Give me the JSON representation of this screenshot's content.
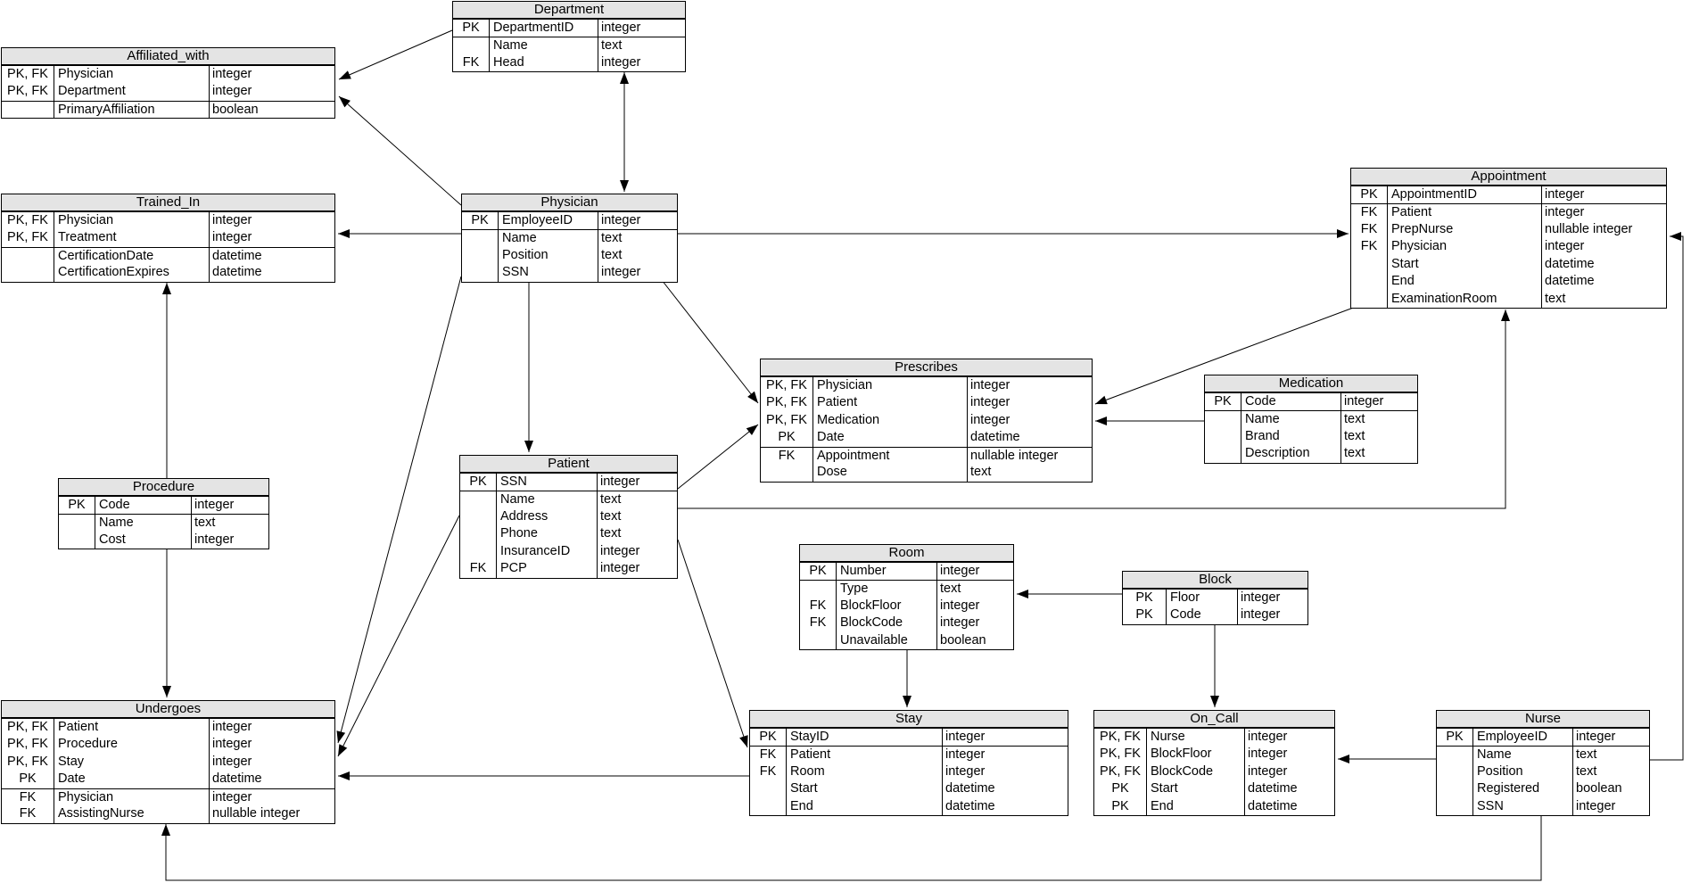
{
  "colors": {
    "header_bg": "#e4e4e4",
    "border": "#000000",
    "background": "#ffffff"
  },
  "tables": {
    "department": {
      "title": "Department",
      "rows": [
        {
          "key": "PK",
          "name": "DepartmentID",
          "type": "integer"
        },
        {
          "key": "",
          "name": "Name",
          "type": "text"
        },
        {
          "key": "FK",
          "name": "Head",
          "type": "integer"
        }
      ]
    },
    "affiliated_with": {
      "title": "Affiliated_with",
      "rows": [
        {
          "key": "PK, FK",
          "name": "Physician",
          "type": "integer"
        },
        {
          "key": "PK, FK",
          "name": "Department",
          "type": "integer"
        },
        {
          "key": "",
          "name": "PrimaryAffiliation",
          "type": "boolean"
        }
      ]
    },
    "trained_in": {
      "title": "Trained_In",
      "rows": [
        {
          "key": "PK, FK",
          "name": "Physician",
          "type": "integer"
        },
        {
          "key": "PK, FK",
          "name": "Treatment",
          "type": "integer"
        },
        {
          "key": "",
          "name": "CertificationDate",
          "type": "datetime"
        },
        {
          "key": "",
          "name": "CertificationExpires",
          "type": "datetime"
        }
      ]
    },
    "physician": {
      "title": "Physician",
      "rows": [
        {
          "key": "PK",
          "name": "EmployeeID",
          "type": "integer"
        },
        {
          "key": "",
          "name": "Name",
          "type": "text"
        },
        {
          "key": "",
          "name": "Position",
          "type": "text"
        },
        {
          "key": "",
          "name": "SSN",
          "type": "integer"
        }
      ]
    },
    "appointment": {
      "title": "Appointment",
      "rows": [
        {
          "key": "PK",
          "name": "AppointmentID",
          "type": "integer"
        },
        {
          "key": "FK",
          "name": "Patient",
          "type": "integer"
        },
        {
          "key": "FK",
          "name": "PrepNurse",
          "type": "nullable integer"
        },
        {
          "key": "FK",
          "name": "Physician",
          "type": "integer"
        },
        {
          "key": "",
          "name": "Start",
          "type": "datetime"
        },
        {
          "key": "",
          "name": "End",
          "type": "datetime"
        },
        {
          "key": "",
          "name": "ExaminationRoom",
          "type": "text"
        }
      ]
    },
    "prescribes": {
      "title": "Prescribes",
      "rows": [
        {
          "key": "PK, FK",
          "name": "Physician",
          "type": "integer"
        },
        {
          "key": "PK, FK",
          "name": "Patient",
          "type": "integer"
        },
        {
          "key": "PK, FK",
          "name": "Medication",
          "type": "integer"
        },
        {
          "key": "PK",
          "name": "Date",
          "type": "datetime"
        },
        {
          "key": "FK",
          "name": "Appointment",
          "type": "nullable integer"
        },
        {
          "key": "",
          "name": "Dose",
          "type": "text"
        }
      ]
    },
    "medication": {
      "title": "Medication",
      "rows": [
        {
          "key": "PK",
          "name": "Code",
          "type": "integer"
        },
        {
          "key": "",
          "name": "Name",
          "type": "text"
        },
        {
          "key": "",
          "name": "Brand",
          "type": "text"
        },
        {
          "key": "",
          "name": "Description",
          "type": "text"
        }
      ]
    },
    "patient": {
      "title": "Patient",
      "rows": [
        {
          "key": "PK",
          "name": "SSN",
          "type": "integer"
        },
        {
          "key": "",
          "name": "Name",
          "type": "text"
        },
        {
          "key": "",
          "name": "Address",
          "type": "text"
        },
        {
          "key": "",
          "name": "Phone",
          "type": "text"
        },
        {
          "key": "",
          "name": "InsuranceID",
          "type": "integer"
        },
        {
          "key": "FK",
          "name": "PCP",
          "type": "integer"
        }
      ]
    },
    "procedure": {
      "title": "Procedure",
      "rows": [
        {
          "key": "PK",
          "name": "Code",
          "type": "integer"
        },
        {
          "key": "",
          "name": "Name",
          "type": "text"
        },
        {
          "key": "",
          "name": "Cost",
          "type": "integer"
        }
      ]
    },
    "room": {
      "title": "Room",
      "rows": [
        {
          "key": "PK",
          "name": "Number",
          "type": "integer"
        },
        {
          "key": "",
          "name": "Type",
          "type": "text"
        },
        {
          "key": "FK",
          "name": "BlockFloor",
          "type": "integer"
        },
        {
          "key": "FK",
          "name": "BlockCode",
          "type": "integer"
        },
        {
          "key": "",
          "name": "Unavailable",
          "type": "boolean"
        }
      ]
    },
    "block": {
      "title": "Block",
      "rows": [
        {
          "key": "PK",
          "name": "Floor",
          "type": "integer"
        },
        {
          "key": "PK",
          "name": "Code",
          "type": "integer"
        }
      ]
    },
    "undergoes": {
      "title": "Undergoes",
      "rows": [
        {
          "key": "PK, FK",
          "name": "Patient",
          "type": "integer"
        },
        {
          "key": "PK, FK",
          "name": "Procedure",
          "type": "integer"
        },
        {
          "key": "PK, FK",
          "name": "Stay",
          "type": "integer"
        },
        {
          "key": "PK",
          "name": "Date",
          "type": "datetime"
        },
        {
          "key": "FK",
          "name": "Physician",
          "type": "integer"
        },
        {
          "key": "FK",
          "name": "AssistingNurse",
          "type": "nullable integer"
        }
      ]
    },
    "stay": {
      "title": "Stay",
      "rows": [
        {
          "key": "PK",
          "name": "StayID",
          "type": "integer"
        },
        {
          "key": "FK",
          "name": "Patient",
          "type": "integer"
        },
        {
          "key": "FK",
          "name": "Room",
          "type": "integer"
        },
        {
          "key": "",
          "name": "Start",
          "type": "datetime"
        },
        {
          "key": "",
          "name": "End",
          "type": "datetime"
        }
      ]
    },
    "on_call": {
      "title": "On_Call",
      "rows": [
        {
          "key": "PK, FK",
          "name": "Nurse",
          "type": "integer"
        },
        {
          "key": "PK, FK",
          "name": "BlockFloor",
          "type": "integer"
        },
        {
          "key": "PK, FK",
          "name": "BlockCode",
          "type": "integer"
        },
        {
          "key": "PK",
          "name": "Start",
          "type": "datetime"
        },
        {
          "key": "PK",
          "name": "End",
          "type": "datetime"
        }
      ]
    },
    "nurse": {
      "title": "Nurse",
      "rows": [
        {
          "key": "PK",
          "name": "EmployeeID",
          "type": "integer"
        },
        {
          "key": "",
          "name": "Name",
          "type": "text"
        },
        {
          "key": "",
          "name": "Position",
          "type": "text"
        },
        {
          "key": "",
          "name": "Registered",
          "type": "boolean"
        },
        {
          "key": "",
          "name": "SSN",
          "type": "integer"
        }
      ]
    }
  },
  "relations": [
    {
      "from": "Department",
      "to": "Affiliated_with",
      "fk": "Department"
    },
    {
      "from": "Physician",
      "to": "Affiliated_with",
      "fk": "Physician"
    },
    {
      "from": "Physician",
      "to": "Department",
      "fk": "Head"
    },
    {
      "from": "Physician",
      "to": "Trained_In",
      "fk": "Physician"
    },
    {
      "from": "Physician",
      "to": "Appointment",
      "fk": "Physician"
    },
    {
      "from": "Physician",
      "to": "Patient",
      "fk": "PCP"
    },
    {
      "from": "Physician",
      "to": "Prescribes",
      "fk": "Physician"
    },
    {
      "from": "Physician",
      "to": "Undergoes",
      "fk": "Physician"
    },
    {
      "from": "Patient",
      "to": "Prescribes",
      "fk": "Patient"
    },
    {
      "from": "Patient",
      "to": "Appointment",
      "fk": "Patient"
    },
    {
      "from": "Patient",
      "to": "Stay",
      "fk": "Patient"
    },
    {
      "from": "Patient",
      "to": "Undergoes",
      "fk": "Patient"
    },
    {
      "from": "Stay",
      "to": "Undergoes",
      "fk": "Stay"
    },
    {
      "from": "Procedure",
      "to": "Trained_In",
      "fk": "Treatment"
    },
    {
      "from": "Procedure",
      "to": "Undergoes",
      "fk": "Procedure"
    },
    {
      "from": "Nurse",
      "to": "Undergoes",
      "fk": "AssistingNurse"
    },
    {
      "from": "Nurse",
      "to": "On_Call",
      "fk": "Nurse"
    },
    {
      "from": "Nurse",
      "to": "Appointment",
      "fk": "PrepNurse"
    },
    {
      "from": "Room",
      "to": "Stay",
      "fk": "Room"
    },
    {
      "from": "Block",
      "to": "Room",
      "fk": "BlockFloor, BlockCode"
    },
    {
      "from": "Block",
      "to": "On_Call",
      "fk": "BlockFloor, BlockCode"
    },
    {
      "from": "Appointment",
      "to": "Prescribes",
      "fk": "Appointment"
    },
    {
      "from": "Medication",
      "to": "Prescribes",
      "fk": "Medication"
    }
  ]
}
